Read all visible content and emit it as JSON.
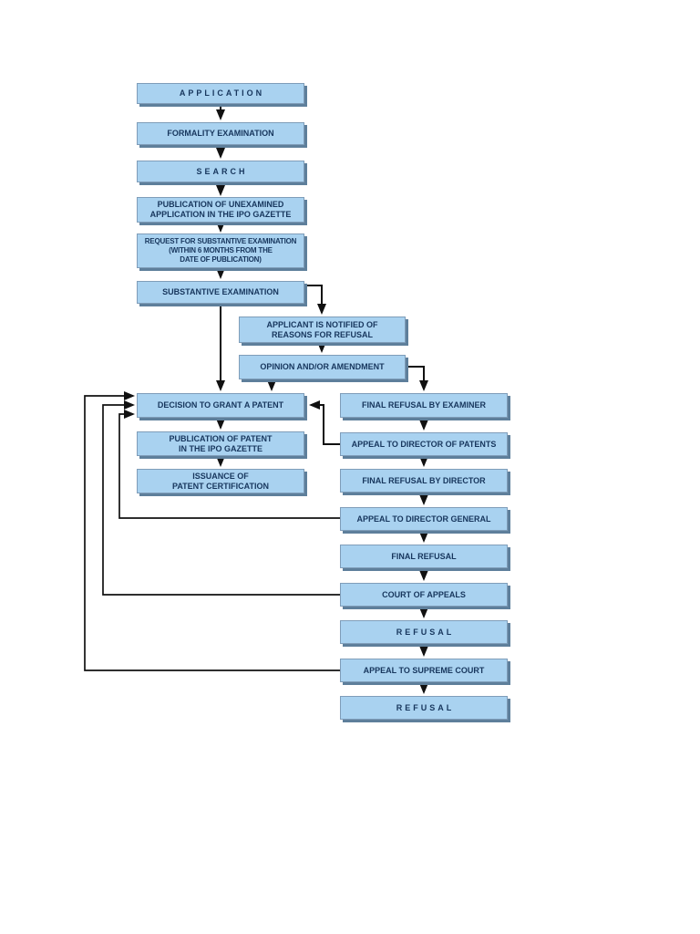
{
  "diagram": {
    "type": "flowchart",
    "subject": "Patent application examination and appeal process",
    "colors": {
      "background": "#ffffff",
      "node_fill": "#a9d2f0",
      "node_border": "#7f9db9",
      "node_shadow": "#5e7f9b",
      "node_text": "#17365d",
      "connector": "#111111"
    },
    "nodes": {
      "application": {
        "label": "APPLICATION"
      },
      "formality_examination": {
        "label": "FORMALITY EXAMINATION"
      },
      "search": {
        "label": "SEARCH"
      },
      "publication_unexamined": {
        "label": "PUBLICATION OF UNEXAMINED\nAPPLICATION IN THE IPO GAZETTE"
      },
      "request_substantive": {
        "label": "REQUEST FOR SUBSTANTIVE EXAMINATION\n(WITHIN 6 MONTHS FROM THE\nDATE OF PUBLICATION)"
      },
      "substantive_examination": {
        "label": "SUBSTANTIVE EXAMINATION"
      },
      "applicant_notified": {
        "label": "APPLICANT IS NOTIFIED OF\nREASONS FOR REFUSAL"
      },
      "opinion_amendment": {
        "label": "OPINION AND/OR AMENDMENT"
      },
      "decision_grant": {
        "label": "DECISION TO GRANT A PATENT"
      },
      "publication_patent": {
        "label": "PUBLICATION OF PATENT\nIN THE IPO GAZETTE"
      },
      "issuance_certification": {
        "label": "ISSUANCE OF\nPATENT CERTIFICATION"
      },
      "final_refusal_examiner": {
        "label": "FINAL REFUSAL BY EXAMINER"
      },
      "appeal_director_patents": {
        "label": "APPEAL TO DIRECTOR OF PATENTS"
      },
      "final_refusal_director": {
        "label": "FINAL REFUSAL BY DIRECTOR"
      },
      "appeal_director_general": {
        "label": "APPEAL TO DIRECTOR GENERAL"
      },
      "final_refusal": {
        "label": "FINAL REFUSAL"
      },
      "court_of_appeals": {
        "label": "COURT OF APPEALS"
      },
      "refusal_after_court": {
        "label": "REFUSAL"
      },
      "appeal_supreme_court": {
        "label": "APPEAL TO SUPREME COURT"
      },
      "refusal_final": {
        "label": "REFUSAL"
      }
    },
    "edges": [
      {
        "from": "application",
        "to": "formality_examination"
      },
      {
        "from": "formality_examination",
        "to": "search"
      },
      {
        "from": "search",
        "to": "publication_unexamined"
      },
      {
        "from": "publication_unexamined",
        "to": "request_substantive"
      },
      {
        "from": "request_substantive",
        "to": "substantive_examination"
      },
      {
        "from": "substantive_examination",
        "to": "applicant_notified"
      },
      {
        "from": "substantive_examination",
        "to": "decision_grant"
      },
      {
        "from": "applicant_notified",
        "to": "opinion_amendment"
      },
      {
        "from": "opinion_amendment",
        "to": "decision_grant"
      },
      {
        "from": "opinion_amendment",
        "to": "final_refusal_examiner"
      },
      {
        "from": "final_refusal_examiner",
        "to": "appeal_director_patents"
      },
      {
        "from": "appeal_director_patents",
        "to": "decision_grant"
      },
      {
        "from": "appeal_director_patents",
        "to": "final_refusal_director"
      },
      {
        "from": "final_refusal_director",
        "to": "appeal_director_general"
      },
      {
        "from": "appeal_director_general",
        "to": "decision_grant"
      },
      {
        "from": "appeal_director_general",
        "to": "final_refusal"
      },
      {
        "from": "final_refusal",
        "to": "court_of_appeals"
      },
      {
        "from": "court_of_appeals",
        "to": "decision_grant"
      },
      {
        "from": "court_of_appeals",
        "to": "refusal_after_court"
      },
      {
        "from": "refusal_after_court",
        "to": "appeal_supreme_court"
      },
      {
        "from": "appeal_supreme_court",
        "to": "decision_grant"
      },
      {
        "from": "appeal_supreme_court",
        "to": "refusal_final"
      },
      {
        "from": "decision_grant",
        "to": "publication_patent"
      },
      {
        "from": "publication_patent",
        "to": "issuance_certification"
      }
    ]
  }
}
